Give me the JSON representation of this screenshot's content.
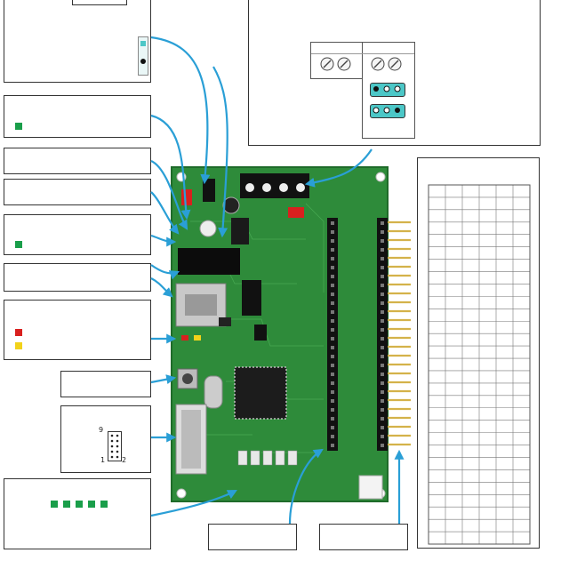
{
  "colors": {
    "pcb": "#2e8b3a",
    "pcb_dark": "#1f6b2a",
    "arrow": "#2a9fd6",
    "led_green": "#1a9e4a",
    "led_red": "#d9201f",
    "led_yellow": "#f2d21a",
    "header_pin": "#d4b24a",
    "teal": "#4cc7c7"
  },
  "diagram": {
    "jumper_numbers": {
      "top": "9",
      "bottom_left": "1",
      "bottom_right": "2"
    },
    "icons": [
      "terminal-block-icon",
      "jumper-icon",
      "usb-port-icon",
      "reset-button-icon",
      "idc-header-icon",
      "microcontroller-chip-icon",
      "pin-header-icon",
      "led-icon"
    ]
  }
}
